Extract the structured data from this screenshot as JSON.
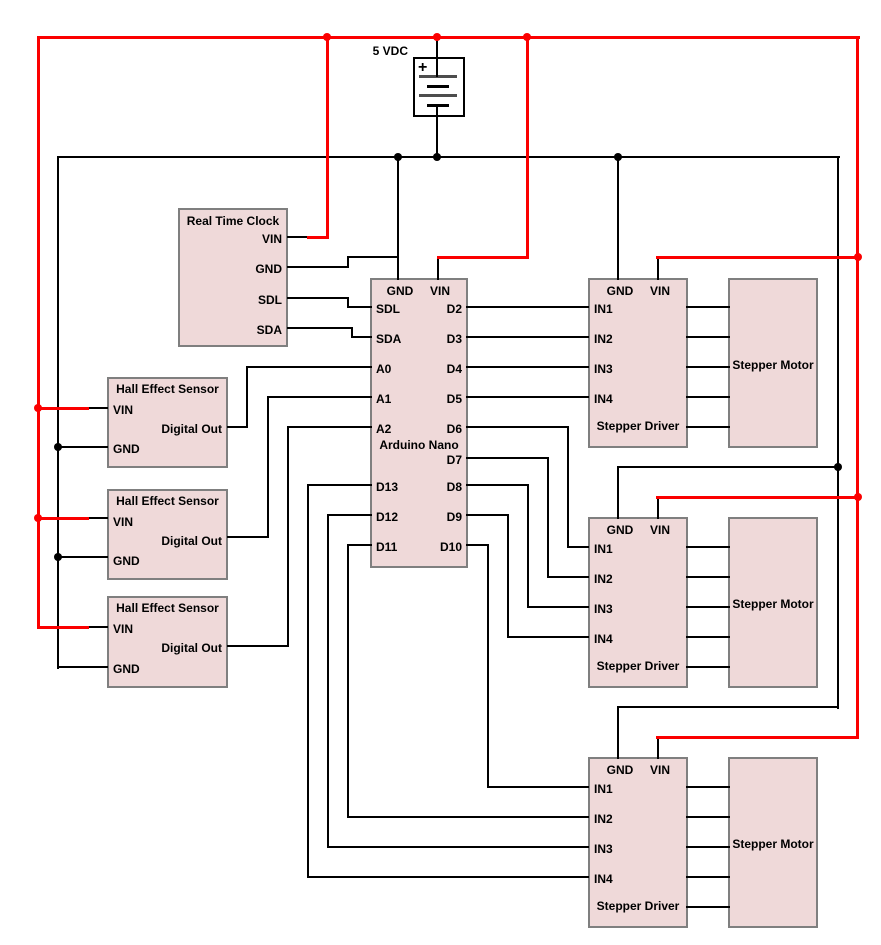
{
  "colors": {
    "power_wire": "#fb0000",
    "signal_wire": "#000000",
    "component_fill": "#efd9d9",
    "component_border": "#7f7f7f"
  },
  "power_supply": {
    "label": "5 VDC",
    "plus": "+"
  },
  "rtc": {
    "title": "Real Time Clock",
    "pins": [
      "VIN",
      "GND",
      "SDL",
      "SDA"
    ]
  },
  "arduino": {
    "title": "Arduino Nano",
    "top_pins": [
      "GND",
      "VIN"
    ],
    "left_pins": [
      "SDL",
      "SDA",
      "A0",
      "A1",
      "A2",
      "D13",
      "D12",
      "D11"
    ],
    "right_pins": [
      "D2",
      "D3",
      "D4",
      "D5",
      "D6",
      "D7",
      "D8",
      "D9",
      "D10"
    ]
  },
  "hall_sensors": [
    {
      "title": "Hall Effect Sensor",
      "vin": "VIN",
      "digital_out": "Digital Out",
      "gnd": "GND"
    },
    {
      "title": "Hall Effect Sensor",
      "vin": "VIN",
      "digital_out": "Digital Out",
      "gnd": "GND"
    },
    {
      "title": "Hall Effect Sensor",
      "vin": "VIN",
      "digital_out": "Digital Out",
      "gnd": "GND"
    }
  ],
  "stepper_drivers": [
    {
      "title": "Stepper Driver",
      "top_pins": [
        "GND",
        "VIN"
      ],
      "in_pins": [
        "IN1",
        "IN2",
        "IN3",
        "IN4"
      ]
    },
    {
      "title": "Stepper Driver",
      "top_pins": [
        "GND",
        "VIN"
      ],
      "in_pins": [
        "IN1",
        "IN2",
        "IN3",
        "IN4"
      ]
    },
    {
      "title": "Stepper Driver",
      "top_pins": [
        "GND",
        "VIN"
      ],
      "in_pins": [
        "IN1",
        "IN2",
        "IN3",
        "IN4"
      ]
    }
  ],
  "stepper_motors": [
    {
      "title": "Stepper Motor"
    },
    {
      "title": "Stepper Motor"
    },
    {
      "title": "Stepper Motor"
    }
  ]
}
